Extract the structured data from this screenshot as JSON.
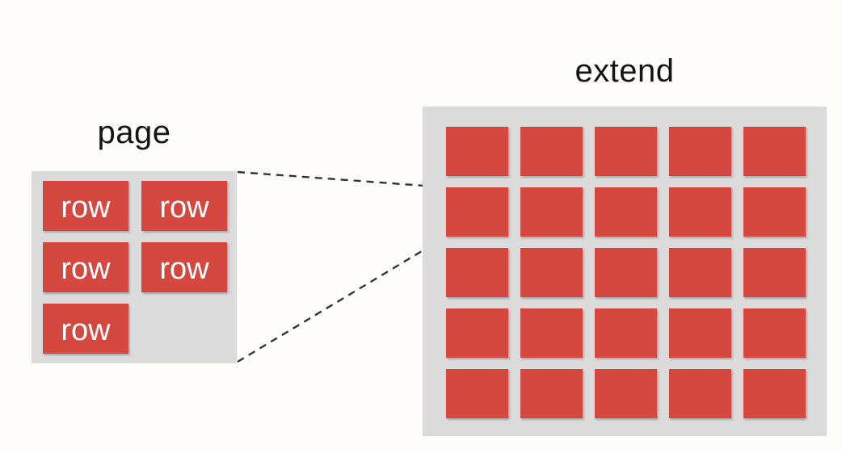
{
  "colors": {
    "background": "#fffefb",
    "panel": "#dbdbdb",
    "cell": "#d5483f",
    "cell_text": "#ffffff",
    "title_text": "#151515",
    "connector": "#333333"
  },
  "page_panel": {
    "title": "page",
    "rows": [
      "row",
      "row",
      "row",
      "row",
      "row"
    ]
  },
  "extend_panel": {
    "title": "extend",
    "grid_rows": 5,
    "grid_columns": 5,
    "cell_count": 25
  },
  "connector": {
    "style": "dashed",
    "meaning": "page corresponds to one cell of extend grid"
  }
}
